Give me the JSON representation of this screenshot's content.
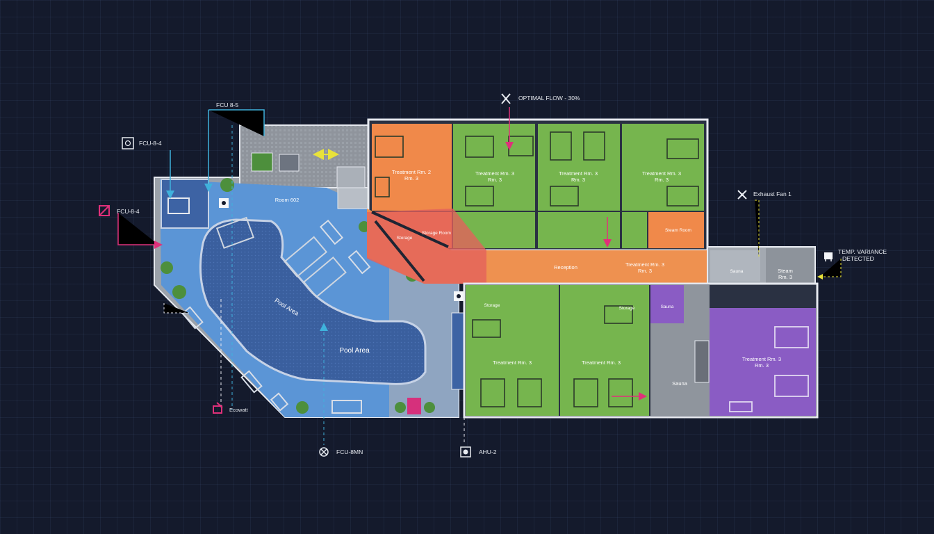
{
  "rooms": {
    "treatment_2": {
      "name": "Treatment Rm. 2",
      "sub": "Rm. 3"
    },
    "treatment_3a": {
      "name": "Treatment Rm. 3",
      "sub": "Rm. 3"
    },
    "treatment_3b": {
      "name": "Treatment Rm. 3",
      "sub": "Rm. 3"
    },
    "treatment_3c": {
      "name": "Treatment Rm. 3",
      "sub": "Rm. 3"
    },
    "room_602": "Room 602",
    "pool_area_inner": "Pool Area",
    "pool_area": "Pool Area",
    "reception": "Reception",
    "treatment_corridor": {
      "name": "Treatment Rm. 3",
      "sub": "Rm. 3"
    },
    "treatment_lower_a": "Treatment Rm. 3",
    "treatment_lower_b": "Treatment Rm. 3",
    "treatment_purple": {
      "name": "Treatment Rm. 3",
      "sub": "Rm. 3"
    },
    "sauna": "Sauna",
    "steam": {
      "name": "Steam",
      "sub": "Rm. 3"
    },
    "storage_room": "Storage Room",
    "storage": "Storage",
    "sauna_small": "Sauna",
    "storage_1": "Storage",
    "storage_2": "Storage",
    "sauna_tiny": "Sauna",
    "steam_room": "Steam Room"
  },
  "callouts": {
    "optimal_flow": "OPTIMAL FLOW - 30%",
    "fcu_85": "FCU 8-5",
    "fcu_84_top": "FCU-8-4",
    "fcu_84_alert": "FCU-8-4",
    "exhaust_fan": "Exhaust Fan 1",
    "temp_variance_1": "TEMP. VARIANCE",
    "temp_variance_2": "DETECTED",
    "fcu_8mn": "FCU-8MN",
    "ahu_2": "AHU-2",
    "ecowatt": "Ecowatt"
  },
  "colors": {
    "background": "#141a2c",
    "treatment_orange": "#f0894a",
    "treatment_green": "#76b54e",
    "pool_blue": "#5b95d6",
    "pool_water": "#3d63a4",
    "treatment_purple": "#8a5cc4",
    "reception": "#ee9150",
    "hot_zone": "#e4605c",
    "alert_magenta": "#e0307a",
    "flow_yellow": "#e8e23a",
    "duct_cyan": "#3fb2dc"
  }
}
